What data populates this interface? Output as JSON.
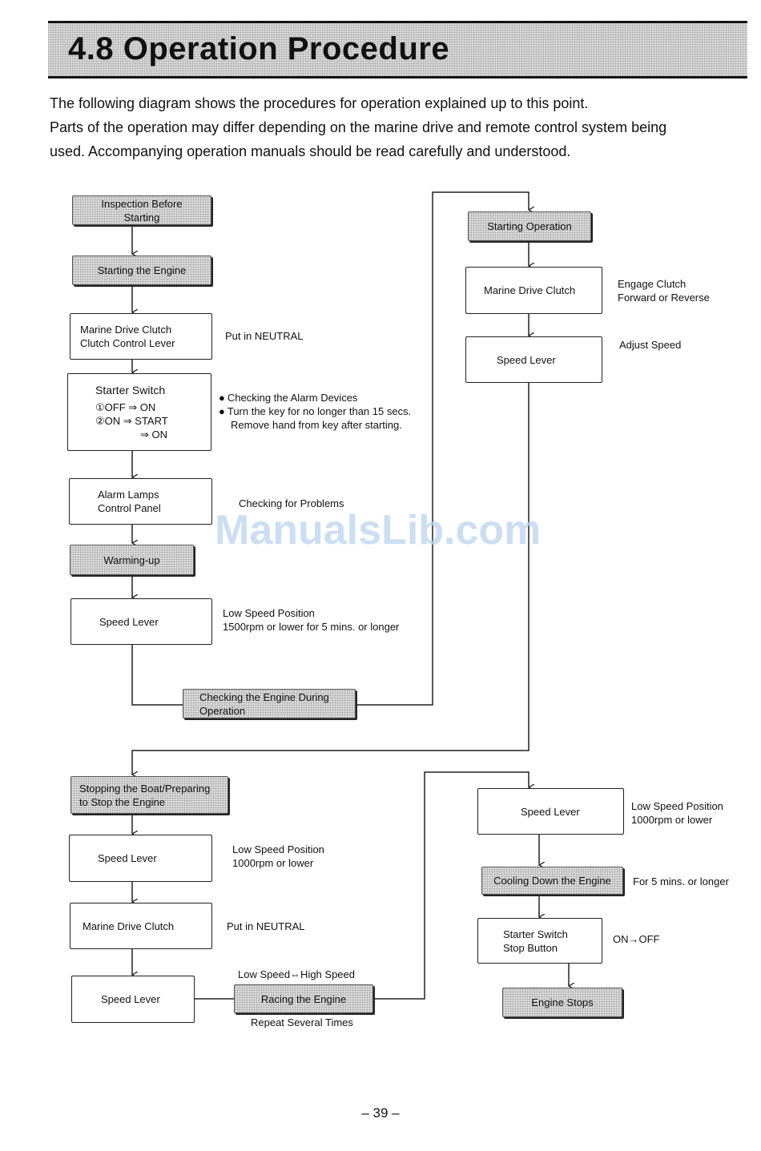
{
  "header": {
    "title": "4.8 Operation Procedure"
  },
  "intro": {
    "line1": "The following diagram shows the procedures for operation explained up to this point.",
    "line2": "Parts of the operation may differ depending on the marine drive and remote control system being",
    "line3": "used.  Accompanying operation manuals should be read carefully and understood."
  },
  "diagram": {
    "inspection": "Inspection Before Starting",
    "starting_engine": "Starting the Engine",
    "clutch1_line1": "Marine Drive Clutch",
    "clutch1_line2": "Clutch Control Lever",
    "clutch1_note": "Put in NEUTRAL",
    "starter_title": "Starter Switch",
    "starter_step1": "①OFF ⇒ ON",
    "starter_step2": "②ON ⇒ START",
    "starter_step3": "⇒ ON",
    "starter_note1": "Checking the Alarm Devices",
    "starter_note2": "Turn the key for no longer than 15 secs.",
    "starter_note3": "Remove hand from key after starting.",
    "alarm_line1": "Alarm Lamps",
    "alarm_line2": "Control Panel",
    "alarm_note": "Checking for Problems",
    "warming_up": "Warming-up",
    "speed1": "Speed Lever",
    "speed1_note1": "Low Speed Position",
    "speed1_note2": "1500rpm or lower for 5 mins. or longer",
    "checking_line1": "Checking the Engine During",
    "checking_line2": "Operation",
    "starting_operation": "Starting Operation",
    "clutch2": "Marine Drive Clutch",
    "clutch2_note1": "Engage Clutch",
    "clutch2_note2": "Forward or Reverse",
    "speed2": "Speed Lever",
    "speed2_note": "Adjust Speed",
    "stopping_line1": "Stopping the Boat/Preparing",
    "stopping_line2": "to Stop the Engine",
    "speed3": "Speed Lever",
    "speed3_note1": "Low Speed Position",
    "speed3_note2": "1000rpm or lower",
    "clutch3": "Marine Drive Clutch",
    "clutch3_note": "Put in NEUTRAL",
    "speed4": "Speed Lever",
    "racing": "Racing the Engine",
    "racing_above": "Low Speed⇔High Speed",
    "racing_below": "Repeat Several Times",
    "speed5": "Speed Lever",
    "speed5_note1": "Low Speed Position",
    "speed5_note2": "1000rpm or lower",
    "cooling": "Cooling Down the Engine",
    "cooling_note": "For 5 mins. or longer",
    "stop_line1": "Starter Switch",
    "stop_line2": "Stop Button",
    "stop_note": "ON→OFF",
    "engine_stops": "Engine Stops"
  },
  "watermark": "ManualsLib.com",
  "footer": {
    "page_number": "– 39 –"
  }
}
